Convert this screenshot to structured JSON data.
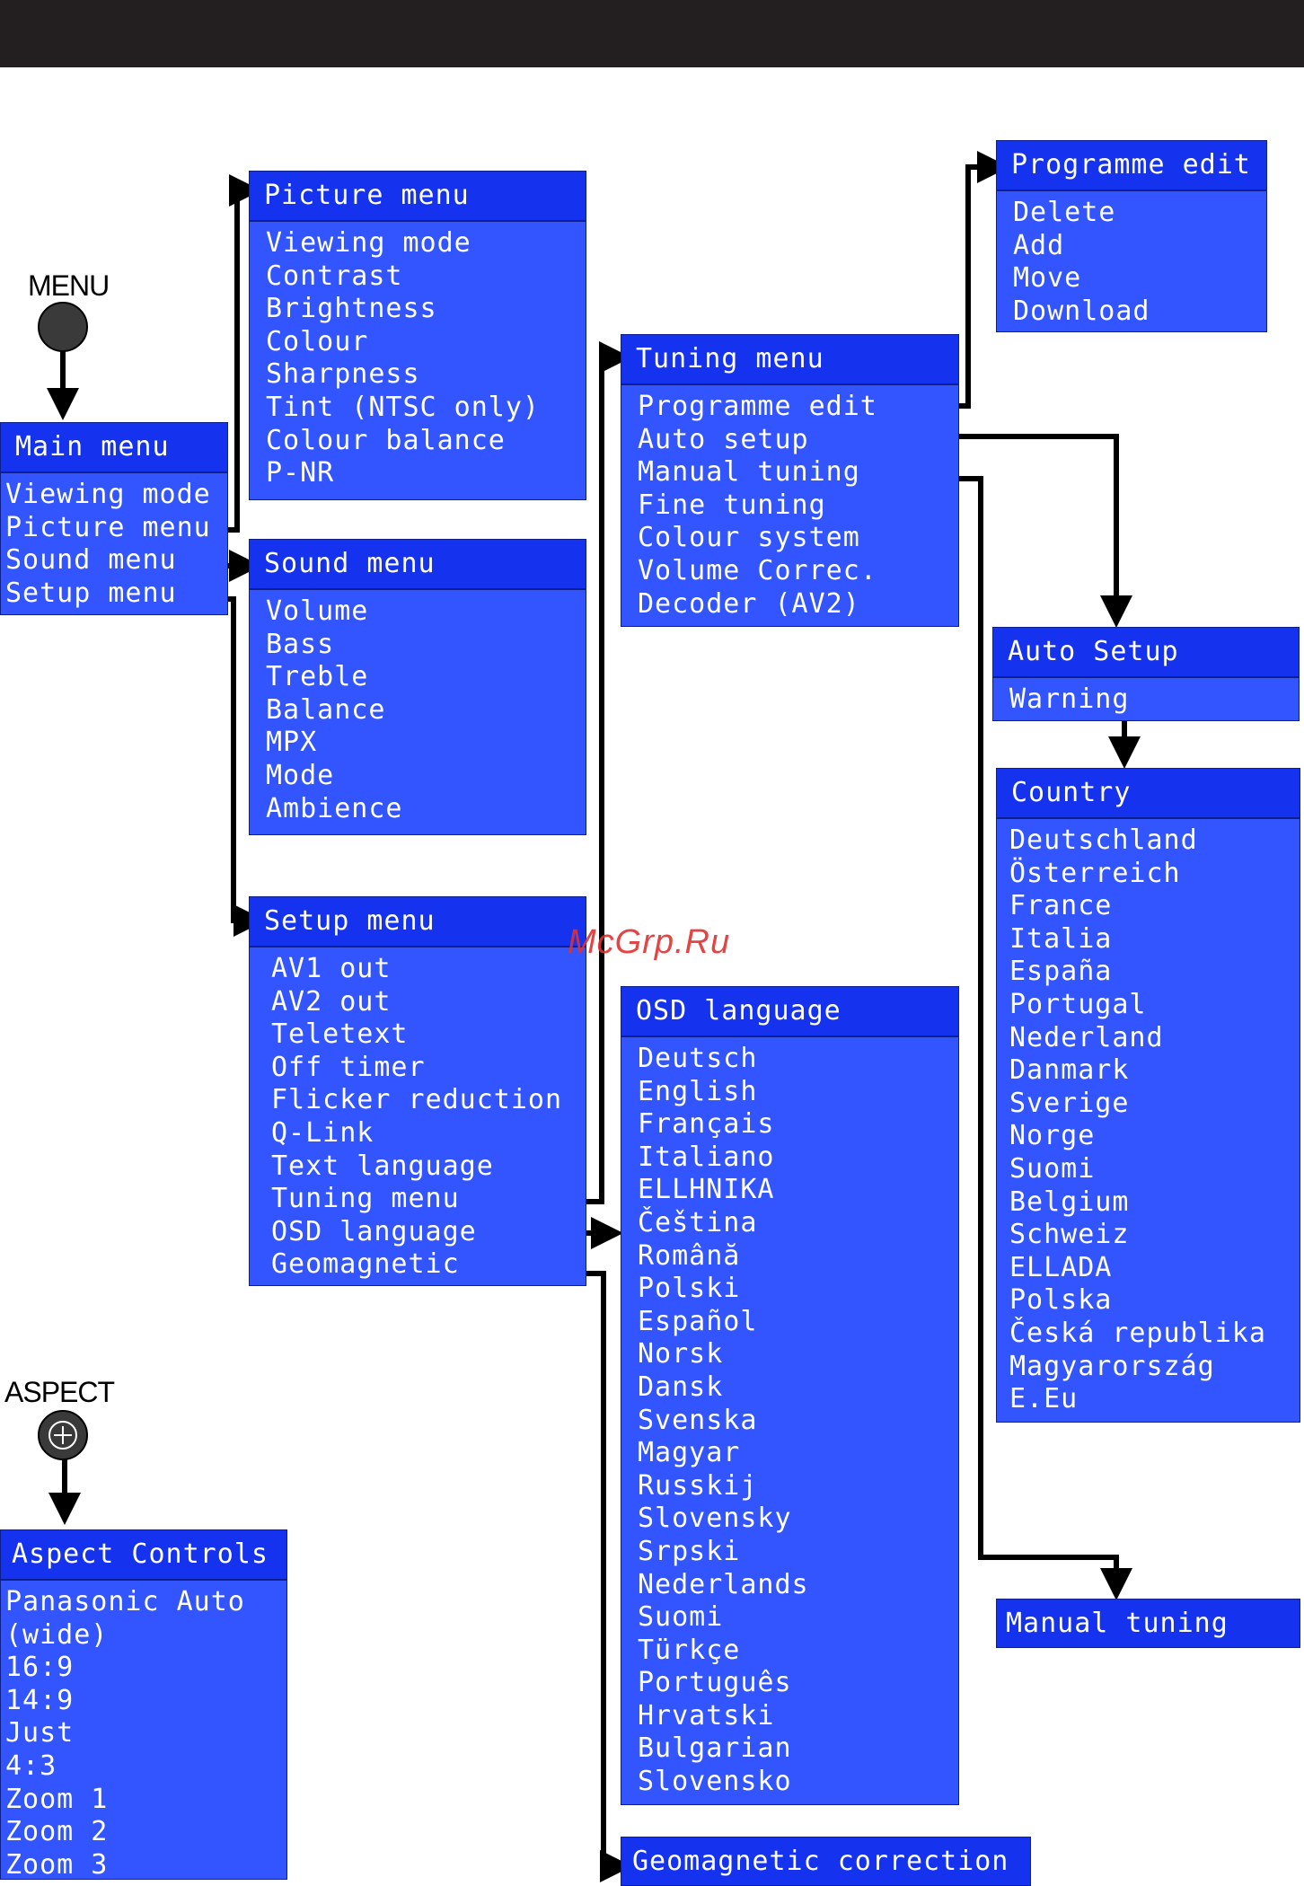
{
  "buttons": {
    "menu_label": "MENU",
    "aspect_label": "ASPECT"
  },
  "watermark": "McGrp.Ru",
  "menus": {
    "main_menu": {
      "title": "Main menu",
      "items": [
        "Viewing mode",
        "Picture menu",
        "Sound menu",
        "Setup menu"
      ]
    },
    "picture_menu": {
      "title": "Picture menu",
      "items": [
        "Viewing mode",
        "Contrast",
        "Brightness",
        "Colour",
        "Sharpness",
        "Tint (NTSC only)",
        "Colour balance",
        "P-NR"
      ]
    },
    "sound_menu": {
      "title": "Sound menu",
      "items": [
        "Volume",
        "Bass",
        "Treble",
        "Balance",
        "MPX",
        "Mode",
        "Ambience"
      ]
    },
    "setup_menu": {
      "title": "Setup menu",
      "items": [
        "AV1 out",
        "AV2 out",
        "Teletext",
        "Off timer",
        "Flicker reduction",
        "Q-Link",
        "Text language",
        "Tuning menu",
        "OSD language",
        "Geomagnetic"
      ]
    },
    "tuning_menu": {
      "title": "Tuning menu",
      "items": [
        "Programme edit",
        "Auto setup",
        "Manual tuning",
        "Fine tuning",
        "Colour system",
        "Volume Correc.",
        "Decoder (AV2)"
      ]
    },
    "programme_edit": {
      "title": "Programme edit",
      "items": [
        "Delete",
        "Add",
        "Move",
        "Download"
      ]
    },
    "auto_setup": {
      "title": "Auto Setup",
      "items": [
        "Warning"
      ]
    },
    "country": {
      "title": "Country",
      "items": [
        "Deutschland",
        "Österreich",
        "France",
        "Italia",
        "España",
        "Portugal",
        "Nederland",
        "Danmark",
        "Sverige",
        "Norge",
        "Suomi",
        "Belgium",
        "Schweiz",
        "ELLADA",
        "Polska",
        "Česká republika",
        "Magyarország",
        "E.Eu"
      ]
    },
    "osd_language": {
      "title": "OSD language",
      "items": [
        "Deutsch",
        "English",
        "Français",
        "Italiano",
        "ELLHNIKA",
        "Čeština",
        "Română",
        "Polski",
        "Español",
        "Norsk",
        "Dansk",
        "Svenska",
        "Magyar",
        "Russkij",
        "Slovensky",
        "Srpski",
        "Nederlands",
        "Suomi",
        "Türkçe",
        "Português",
        "Hrvatski",
        "Bulgarian",
        "Slovensko"
      ]
    },
    "manual_tuning": {
      "title": "Manual tuning",
      "items": []
    },
    "geomagnetic_correction": {
      "title": "Geomagnetic correction",
      "items": []
    },
    "aspect_controls": {
      "title": "Aspect Controls",
      "items": [
        "Panasonic Auto",
        "(wide)",
        "16:9",
        "14:9",
        "Just",
        "4:3",
        "Zoom 1",
        "Zoom 2",
        "Zoom 3"
      ]
    }
  },
  "colors": {
    "box_fill": "#3355ff",
    "header_fill": "#1533ee",
    "text": "#ffffff",
    "connector": "#000000"
  }
}
